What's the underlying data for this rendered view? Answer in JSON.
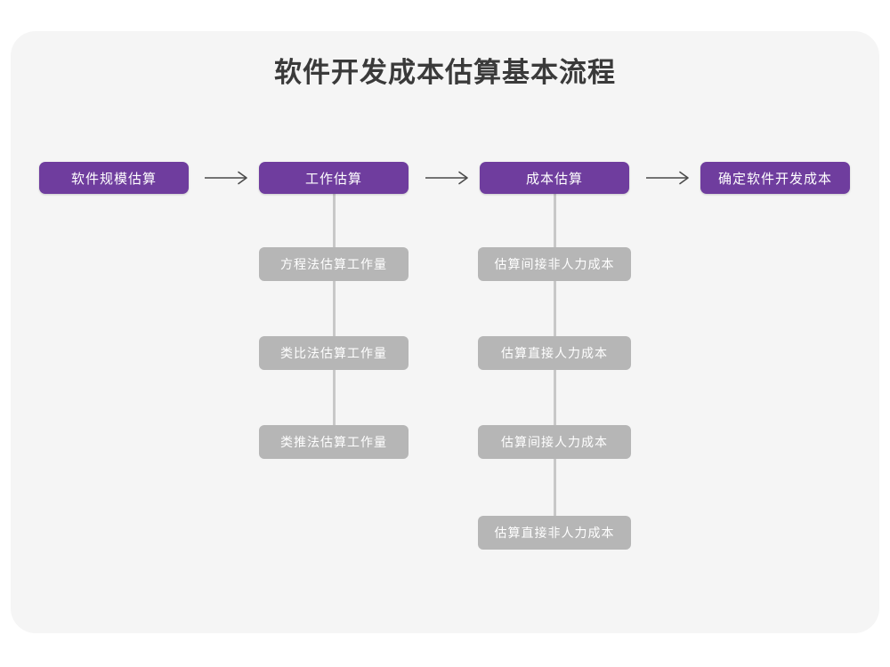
{
  "page": {
    "title": "软件开发成本估算基本流程",
    "background_color": "#ffffff",
    "card_color": "#f5f5f5"
  },
  "theme": {
    "primary_color": "#6f3d9e",
    "secondary_color": "#b6b6b6",
    "connector_color": "#c8c8c8",
    "title_color": "#3a3a3a",
    "node_text_color": "#ffffff"
  },
  "chart_data": {
    "type": "diagram",
    "title": "软件开发成本估算基本流程",
    "orientation": "horizontal-with-vertical-branches",
    "stages": [
      {
        "id": "stage-1",
        "label": "软件规模估算",
        "style": "primary",
        "substeps": []
      },
      {
        "id": "stage-2",
        "label": "工作估算",
        "style": "primary",
        "substeps": [
          "方程法估算工作量",
          "类比法估算工作量",
          "类推法估算工作量"
        ]
      },
      {
        "id": "stage-3",
        "label": "成本估算",
        "style": "primary",
        "substeps": [
          "估算间接非人力成本",
          "估算直接人力成本",
          "估算间接人力成本",
          "估算直接非人力成本"
        ]
      },
      {
        "id": "stage-4",
        "label": "确定软件开发成本",
        "style": "primary",
        "substeps": []
      }
    ],
    "connectors": [
      {
        "from": "stage-1",
        "to": "stage-2",
        "glyph": "arrow-right"
      },
      {
        "from": "stage-2",
        "to": "stage-3",
        "glyph": "arrow-right"
      },
      {
        "from": "stage-3",
        "to": "stage-4",
        "glyph": "arrow-right"
      }
    ]
  }
}
